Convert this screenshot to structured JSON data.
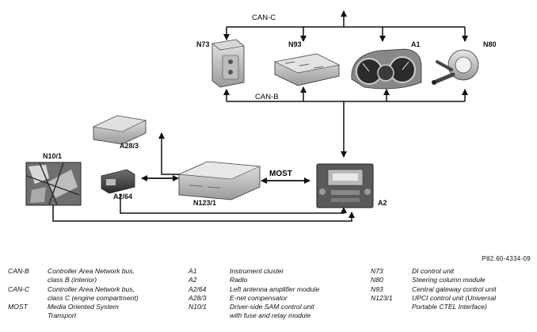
{
  "diagram": {
    "buses": {
      "can_c": "CAN-C",
      "can_b": "CAN-B",
      "most": "MOST"
    },
    "components": {
      "n73": "N73",
      "n93": "N93",
      "a1": "A1",
      "n80": "N80",
      "a28_3": "A28/3",
      "n10_1": "N10/1",
      "a2_64": "A2/64",
      "n123_1": "N123/1",
      "a2": "A2"
    }
  },
  "reference": "P82.60-4334-09",
  "legend": {
    "col1": [
      {
        "code": "CAN-B",
        "lines": [
          "Controller Area Network bus,",
          "class B (interior)"
        ]
      },
      {
        "code": "CAN-C",
        "lines": [
          "Controller Area Network bus,",
          "class C (engine compartment)"
        ]
      },
      {
        "code": "MOST",
        "lines": [
          "Media Oriented System",
          "Transport"
        ]
      }
    ],
    "col2": [
      {
        "code": "A1",
        "lines": [
          "Instrument cluster"
        ]
      },
      {
        "code": "A2",
        "lines": [
          "Radio"
        ]
      },
      {
        "code": "A2/64",
        "lines": [
          "Left antenna amplifier module"
        ]
      },
      {
        "code": "A28/3",
        "lines": [
          "E-net compensator"
        ]
      },
      {
        "code": "N10/1",
        "lines": [
          "Driver-side SAM control unit",
          "with fuse and relay module"
        ]
      }
    ],
    "col3": [
      {
        "code": "N73",
        "lines": [
          "DI control unit"
        ]
      },
      {
        "code": "N80",
        "lines": [
          "Steering column module"
        ]
      },
      {
        "code": "N93",
        "lines": [
          "Central gateway control unit"
        ]
      },
      {
        "code": "N123/1",
        "lines": [
          "UPCI control unit (Universal",
          "Portable CTEL Interface)"
        ]
      }
    ]
  }
}
